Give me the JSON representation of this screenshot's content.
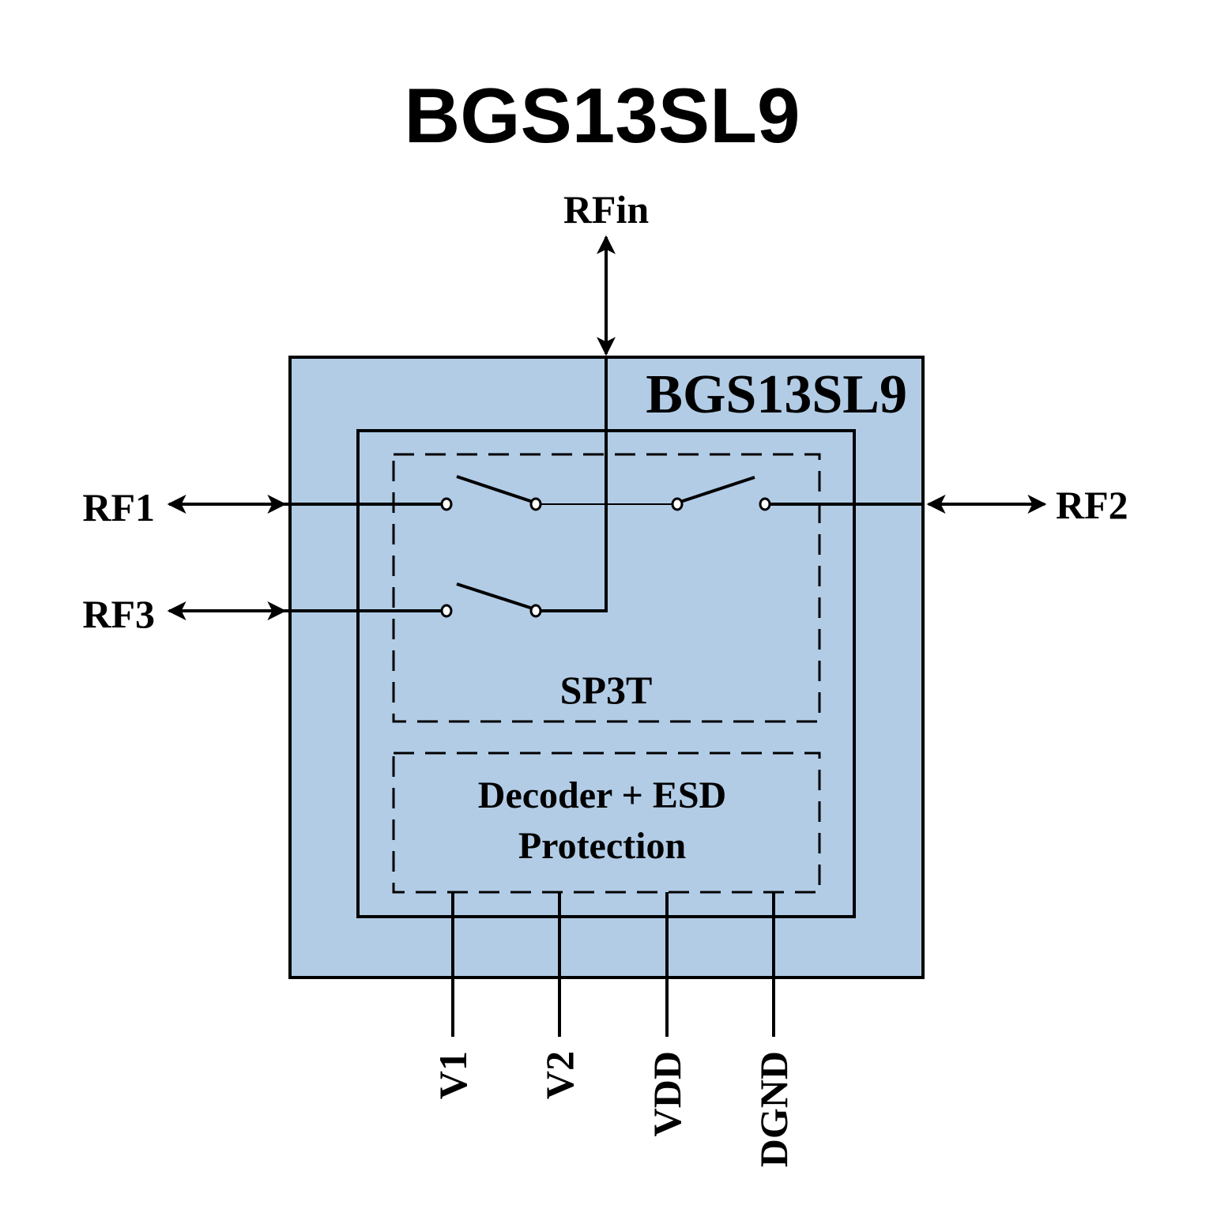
{
  "title": "BGS13SL9",
  "chip_label": "BGS13SL9",
  "colors": {
    "chip_fill": "#b2cce6",
    "line": "#000000"
  },
  "ports": {
    "rfin": "RFin",
    "rf1": "RF1",
    "rf2": "RF2",
    "rf3": "RF3"
  },
  "blocks": {
    "switch": "SP3T",
    "decoder_line1": "Decoder + ESD",
    "decoder_line2": "Protection"
  },
  "pins": [
    "V1",
    "V2",
    "VDD",
    "DGND"
  ]
}
